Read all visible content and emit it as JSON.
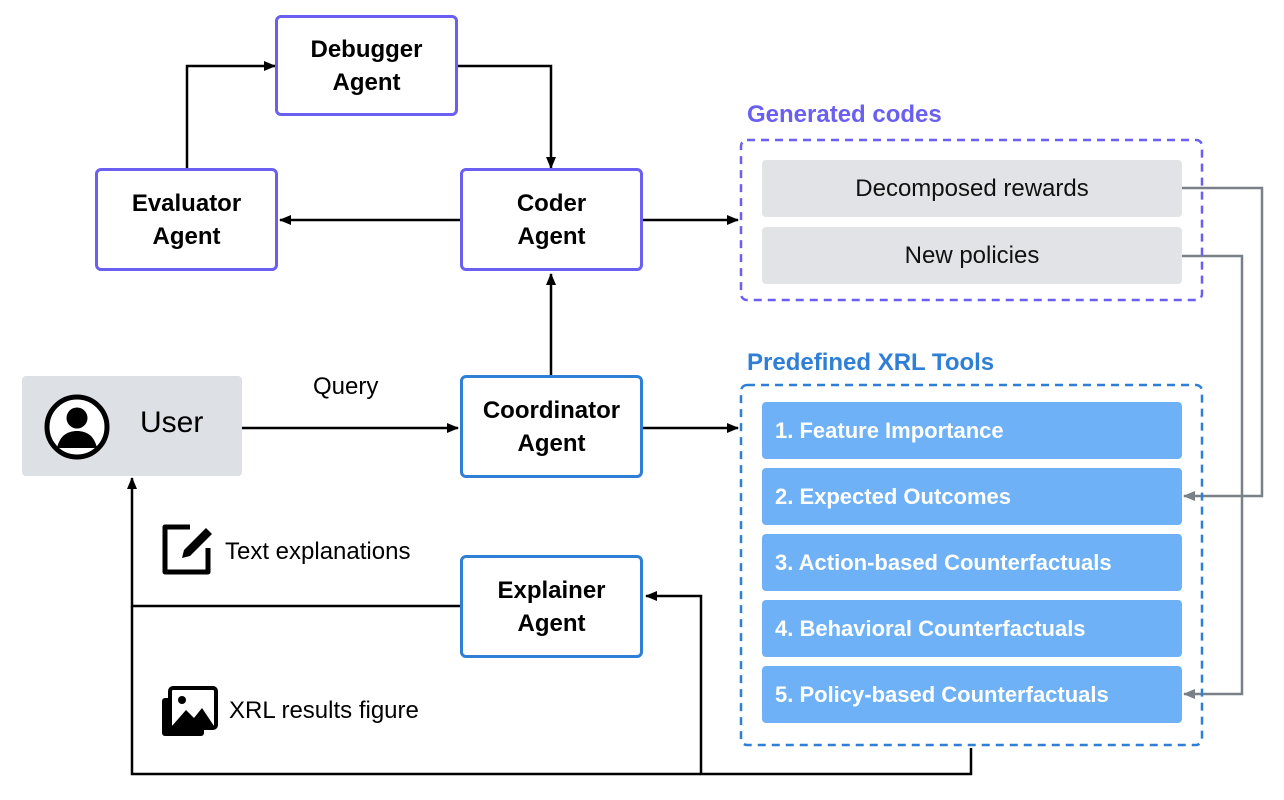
{
  "agents": {
    "debugger": "Debugger\nAgent",
    "evaluator": "Evaluator\nAgent",
    "coder": "Coder\nAgent",
    "coordinator": "Coordinator\nAgent",
    "explainer": "Explainer\nAgent"
  },
  "user": {
    "label": "User",
    "icon": "user-circle-icon"
  },
  "edge_labels": {
    "query": "Query",
    "text_explanations": "Text explanations",
    "xrl_results_figure": "XRL results figure"
  },
  "generated_codes": {
    "title": "Generated codes",
    "items": [
      "Decomposed rewards",
      "New policies"
    ]
  },
  "xrl_tools": {
    "title": "Predefined XRL Tools",
    "items": [
      "1. Feature Importance",
      "2. Expected Outcomes",
      "3. Action-based Counterfactuals",
      "4. Behavioral Counterfactuals",
      "5. Policy-based Counterfactuals"
    ]
  },
  "colors": {
    "agent_border_purple": "#6a5ff0",
    "agent_border_blue": "#2f7fd6",
    "generated_codes_accent": "#6a5ff0",
    "xrl_tools_accent": "#2f7fd6",
    "tool_fill": "#6eb1f7",
    "code_fill": "#e1e3e6",
    "user_fill": "#dde0e4",
    "connector_gray": "#7a8088"
  }
}
